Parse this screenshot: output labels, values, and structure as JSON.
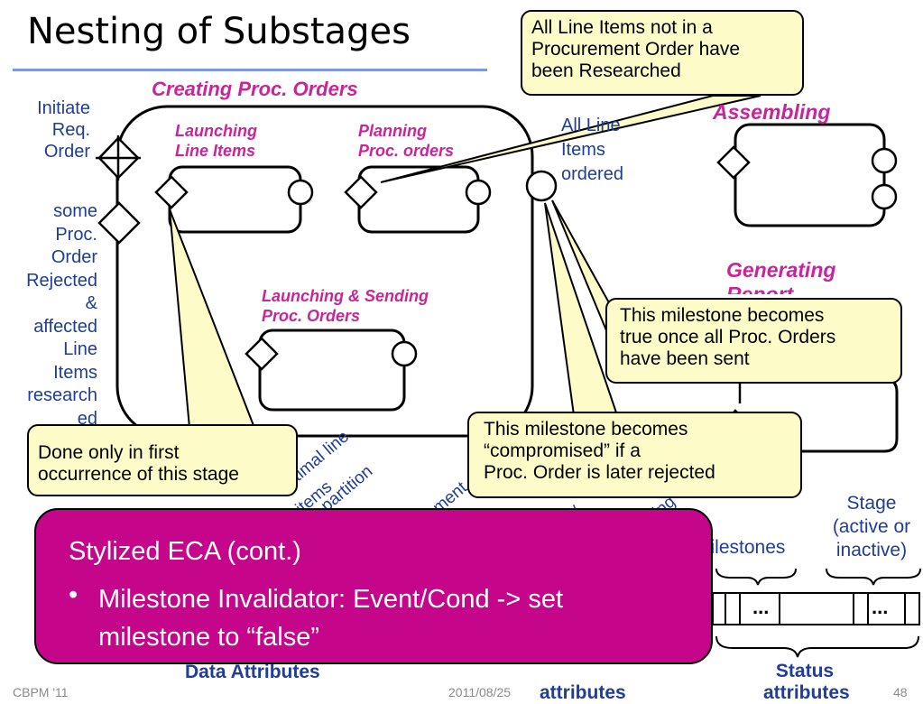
{
  "title": "Nesting of Substages",
  "labels": {
    "creating": "Creating Proc. Orders",
    "assembling": "Assembling",
    "generating": "Generating Report",
    "launching_line": [
      "Launching",
      "Line Items"
    ],
    "planning": [
      "Planning",
      "Proc. orders"
    ],
    "launching_sending": [
      "Launching & Sending",
      "Proc. Orders"
    ],
    "initiate": [
      "Initiate",
      "Req.",
      "Order"
    ],
    "some_proc": [
      "some",
      "Proc.",
      "Order",
      "Rejected",
      "&",
      "affected",
      "Line",
      "Items",
      "research",
      "ed"
    ],
    "all_line_items": [
      "All Line",
      "Items",
      "ordered"
    ],
    "rotated_1": "optimal line",
    "rotated_2": "items",
    "rotated_3": "partition",
    "rotated_4": "ment",
    "rotated_5": "w",
    "rotated_6": "ting",
    "stage_status": [
      "Stage",
      "(active or",
      "inactive)"
    ],
    "milestones": "Milestones",
    "ellipsis": "...",
    "data_attributes": "Data Attributes",
    "attributes": "attributes",
    "status_attributes": [
      "Status",
      "attributes"
    ]
  },
  "callouts": {
    "top": [
      "All Line Items not in a",
      "Procurement Order have",
      "been Researched"
    ],
    "milestone_true": [
      "This milestone becomes",
      "true once all Proc. Orders",
      "have been sent"
    ],
    "milestone_compromised": [
      "This milestone becomes",
      "“compromised” if a",
      "Proc. Order is later rejected"
    ],
    "first_occurrence": [
      "Done only in first",
      "occurrence of this stage"
    ]
  },
  "banner": {
    "heading": "Stylized ECA (cont.)",
    "bullet": "•",
    "line1": "Milestone Invalidator: Event/Cond -> set",
    "line2": "milestone to “false”"
  },
  "footer": {
    "left": "CBPM '11",
    "date": "2011/08/25",
    "page": "48"
  },
  "colors": {
    "title_rule": "#7f96e4",
    "blue_text": "#1f3d99",
    "magenta": "#c8259a",
    "callout_fill": "#fdfbc7",
    "banner": "#c5068b"
  }
}
